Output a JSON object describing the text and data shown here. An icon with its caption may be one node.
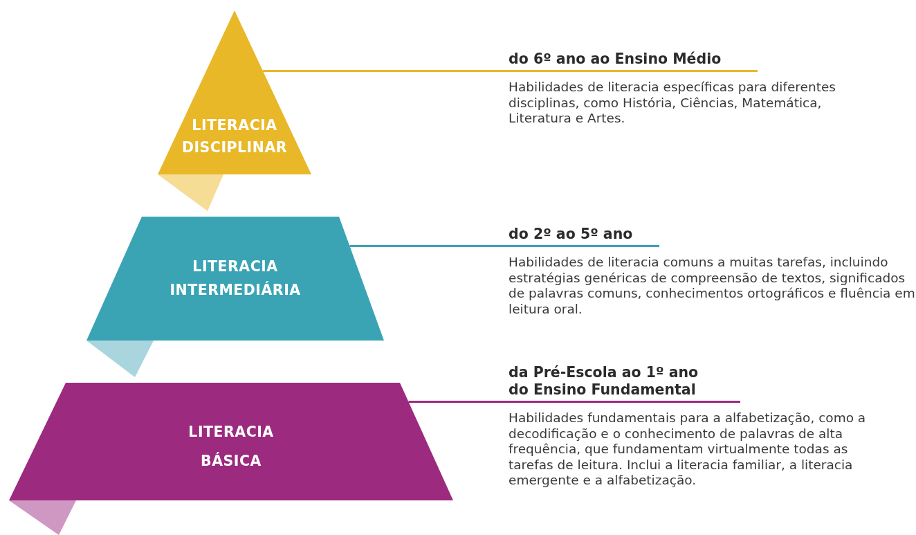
{
  "diagram": {
    "nodes": [
      {
        "text": [
          "LITERACIA DISCIPLINAR"
        ]
      },
      {
        "text": [
          "do 6º ano ao Ensino Médio",
          "Habilidades de literacia específicas para diferentes disciplinas, como História, Ciências, Matemática, Literatura e Artes."
        ]
      },
      {
        "text": [
          "LITERACIA INTERMEDIÁRIA"
        ]
      },
      {
        "text": [
          "do 2º ao 5º ano",
          "Habilidades de literacia comuns a muitas tarefas, incluindo estratégias genéricas de compreensão de textos, significados de palavras comuns, conhecimentos ortográficos e fluência em leitura oral."
        ]
      },
      {
        "text": [
          "LITERACIA BÁSICA"
        ]
      },
      {
        "text": [
          "da Pré-Escola ao 1º ano do Ensino Fundamental",
          "Habilidades fundamentais para a alfabetização, como a decodificação e o conhecimento de palavras de alta frequência, que fundamentam virtualmente todas as tarefas de leitura. Inclui a literacia familiar, a literacia emergente e a alfabetização."
        ]
      }
    ],
    "edges": [
      {
        "from": 0,
        "to": 1,
        "arrow": "none",
        "color": "#e9b829"
      },
      {
        "from": 2,
        "to": 3,
        "arrow": "none",
        "color": "#3aa4b5"
      },
      {
        "from": 4,
        "to": 5,
        "arrow": "none",
        "color": "#9c2a7e"
      }
    ]
  }
}
